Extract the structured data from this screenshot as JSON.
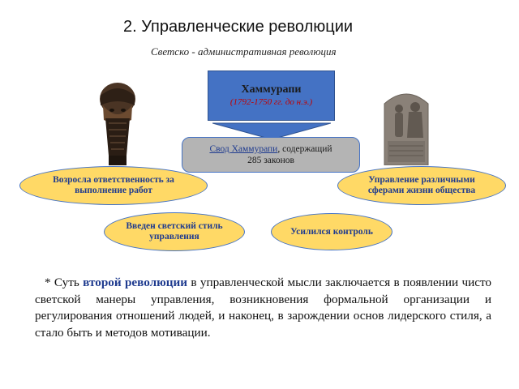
{
  "title": "2. Управленческие революции",
  "subtitle": "Светско - административная революция",
  "ruler": {
    "name": "Хаммурапи",
    "years": "(1792-1750 гг. до н.э.)"
  },
  "code": {
    "link_text": "Свод Хаммурапи",
    "rest_line1": ", содержащий",
    "line2": "285 законов"
  },
  "outcomes": {
    "responsibility": {
      "line1": "Возросла ответственность за",
      "line2": "выполнение работ"
    },
    "secular_style": {
      "line1": "Введен светский стиль",
      "line2": "управления"
    },
    "control": {
      "line1": "Усилился контроль"
    },
    "management": {
      "line1": "Управление различными",
      "line2": "сферами жизни общества"
    }
  },
  "paragraph": {
    "prefix": "* Суть ",
    "highlight": "второй революции",
    "rest": " в управленческой мысли заключается в появлении чисто светской манеры управления, возникновения формальной организации и регулирования отношений людей, и наконец, в зарождении основ лидерского стиля, а стало быть и методов мотивации."
  },
  "colors": {
    "ruler_box": "#4472c4",
    "code_box": "#b4b4b4",
    "ellipse_fill": "#ffd966",
    "ellipse_text": "#1f3b8f",
    "years_text": "#c00000"
  },
  "images": [
    "bronze-head-portrait",
    "stele-relief"
  ]
}
